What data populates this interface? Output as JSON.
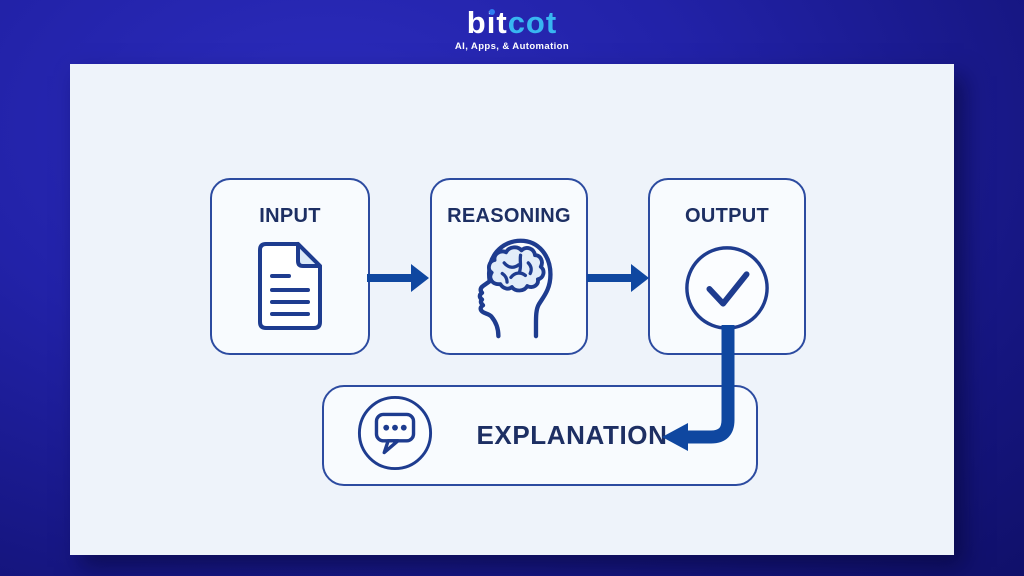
{
  "brand": {
    "word": "bitcot",
    "char_b": "b",
    "char_i": "i",
    "char_t": "t",
    "accent_part": "cot",
    "tagline": "AI, Apps, & Automation"
  },
  "diagram": {
    "nodes": [
      {
        "id": "input",
        "label": "INPUT",
        "icon": "document-icon"
      },
      {
        "id": "reasoning",
        "label": "REASONING",
        "icon": "brain-head-icon"
      },
      {
        "id": "output",
        "label": "OUTPUT",
        "icon": "check-circle-icon"
      },
      {
        "id": "explanation",
        "label": "EXPLANATION",
        "icon": "chat-bubble-icon"
      }
    ],
    "connections": [
      {
        "from": "input",
        "to": "reasoning",
        "style": "arrow-right"
      },
      {
        "from": "reasoning",
        "to": "output",
        "style": "arrow-right"
      },
      {
        "from": "output",
        "to": "explanation",
        "style": "elbow-arrow-down-left"
      }
    ]
  },
  "colors": {
    "background_outer": "#2222a8",
    "background_outer_dark": "#10106a",
    "panel": "#eef3fa",
    "node_fill": "#f8fbfe",
    "node_border": "#2c4ba0",
    "label_text": "#1d2f63",
    "arrow": "#0f47a0",
    "icon_stroke": "#1e3c8f",
    "icon_fill_light": "#dbe9f8",
    "logo_white": "#ffffff",
    "logo_accent": "#38b6f1",
    "logo_i_dot": "#2f7df0"
  }
}
